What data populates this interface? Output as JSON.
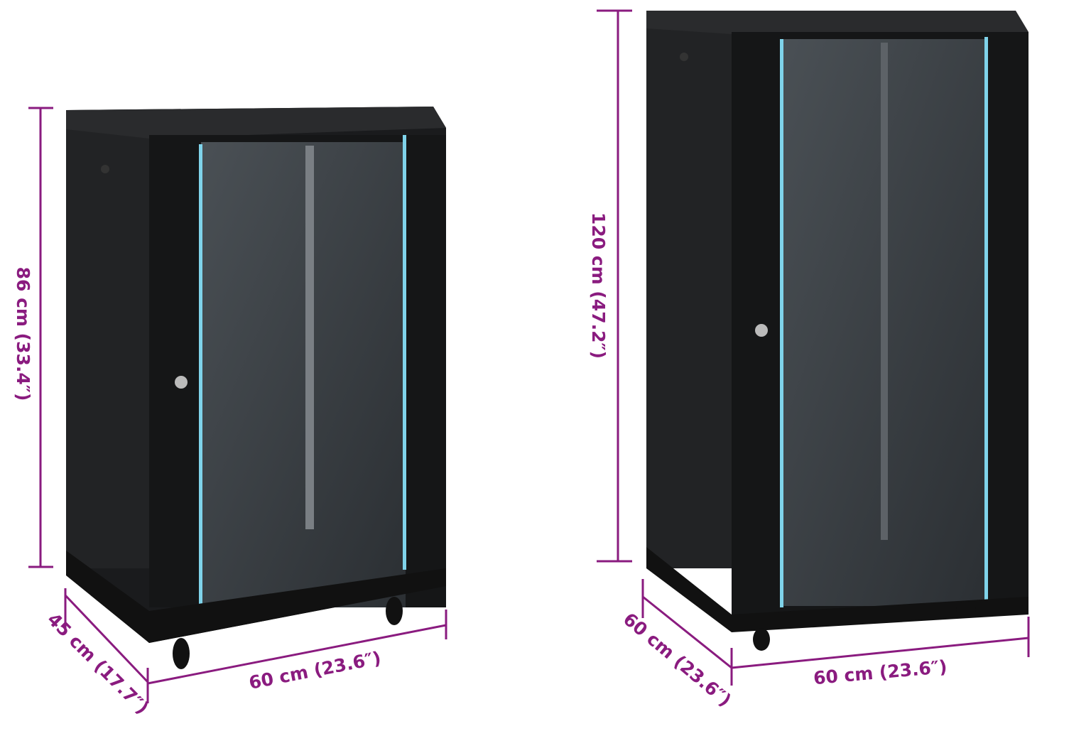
{
  "colors": {
    "dimension": "#8a1b7f",
    "cabinet": "#1c1d1f",
    "glass": "#3a3f44",
    "glass_edge": "#7fd3ea"
  },
  "small_cabinet": {
    "height_label": "86 cm (33.4″)",
    "width_label": "60 cm (23.6″)",
    "depth_label": "45 cm (17.7″)"
  },
  "large_cabinet": {
    "height_label": "120 cm (47.2″)",
    "width_label": "60 cm (23.6″)",
    "depth_label": "60 cm (23.6″)"
  }
}
